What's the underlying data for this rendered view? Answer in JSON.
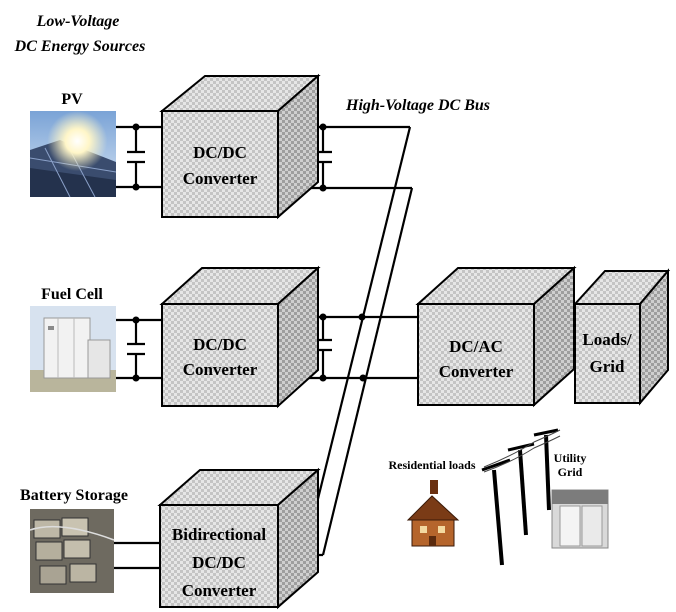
{
  "header": {
    "line1": "Low-Voltage",
    "line2": "DC Energy Sources"
  },
  "bus_label": "High-Voltage DC Bus",
  "sources": [
    {
      "label": "PV"
    },
    {
      "label": "Fuel Cell"
    },
    {
      "label": "Battery Storage"
    }
  ],
  "converters": {
    "pv": {
      "line1": "DC/DC",
      "line2": "Converter"
    },
    "fc": {
      "line1": "DC/DC",
      "line2": "Converter"
    },
    "battery": {
      "line1": "Bidirectional",
      "line2": "DC/DC",
      "line3": "Converter"
    },
    "inverter": {
      "line1": "DC/AC",
      "line2": "Converter"
    },
    "loads": {
      "line1": "Loads/",
      "line2": "Grid"
    }
  },
  "illustration": {
    "residential": "Residential loads",
    "utility_line1": "Utility",
    "utility_line2": "Grid"
  }
}
